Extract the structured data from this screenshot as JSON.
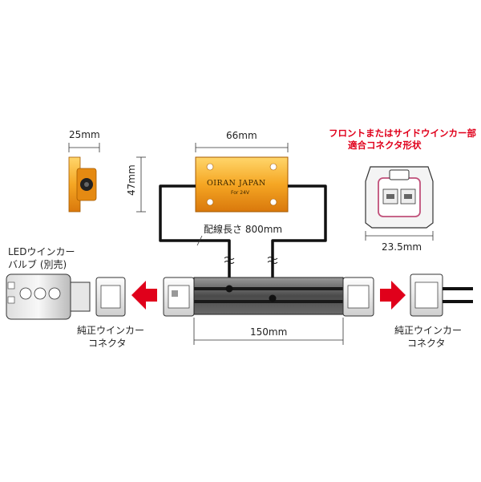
{
  "dimensions": {
    "resistor_side_width": "25mm",
    "resistor_width": "66mm",
    "resistor_height": "47mm",
    "wire_length": "配線長さ 800mm",
    "connector_width": "23.5mm",
    "harness_length": "150mm"
  },
  "resistor": {
    "brand": "OIRAN JAPAN",
    "model": "For 24V"
  },
  "connector_panel": {
    "title_line1": "フロントまたはサイドウインカー部",
    "title_line2": "適合コネクタ形状"
  },
  "led_bulb": {
    "label_line1": "LEDウインカー",
    "label_line2": "バルブ (別売)"
  },
  "left_connector": {
    "label_line1": "純正ウインカー",
    "label_line2": "コネクタ"
  },
  "right_connector": {
    "label_line1": "純正ウインカー",
    "label_line2": "コネクタ"
  },
  "colors": {
    "resistor_orange": "#f0a020",
    "arrow_red": "#e0001b",
    "title_red": "#e0001b",
    "harness_gray": "#555555"
  }
}
